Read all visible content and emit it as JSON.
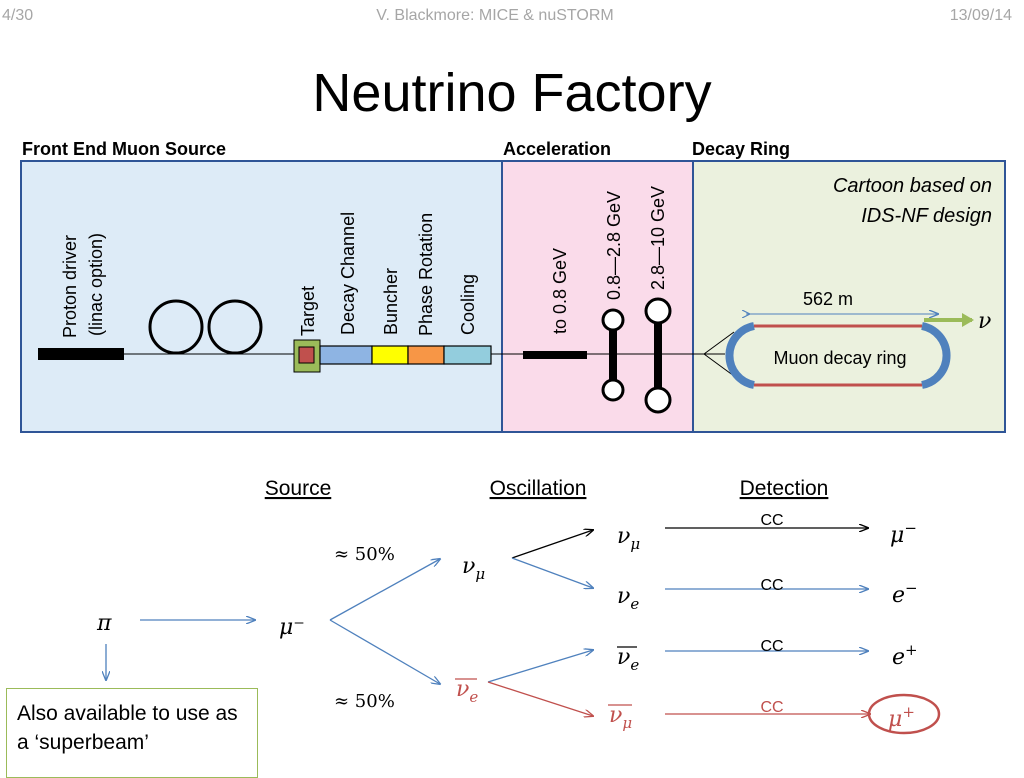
{
  "header": {
    "slide_number": "4/30",
    "author": "V. Blackmore: MICE & nuSTORM",
    "date": "13/09/14"
  },
  "title": "Neutrino Factory",
  "sections": {
    "front_end": "Front End Muon Source",
    "acceleration": "Acceleration",
    "decay_ring": "Decay Ring"
  },
  "cartoon_note": [
    "Cartoon based on",
    "IDS-NF design"
  ],
  "front_end_labels": {
    "proton_driver": [
      "Proton driver",
      "(linac option)"
    ],
    "target": "Target",
    "decay_channel": "Decay Channel",
    "buncher": "Buncher",
    "phase_rotation": "Phase Rotation",
    "cooling": "Cooling"
  },
  "acceleration_labels": {
    "stage1": "to 0.8 GeV",
    "stage2": "0.8—2.8 GeV",
    "stage3": "2.8—10 GeV"
  },
  "decay_ring_labels": {
    "length": "562 m",
    "ring": "Muon decay ring",
    "nu": "ν"
  },
  "colors": {
    "front_end_bg": "#ddebf7",
    "accel_bg": "#fadbea",
    "ring_bg": "#ebf1de",
    "frame": "#2f5597",
    "decay_channel": "#8eb4e3",
    "buncher": "#ffff00",
    "phase_rotation": "#f79646",
    "cooling": "#93cddd",
    "target_outer": "#9bbb59",
    "target_inner": "#c0504d",
    "ring_arc": "#4f81bd",
    "ring_line": "#c0504d",
    "arrow_blue": "#4f81bd",
    "arrow_red": "#c0504d",
    "nu_arrow": "#9bbb59"
  },
  "headings": {
    "source": "Source",
    "oscillation": "Oscillation",
    "detection": "Detection"
  },
  "flow": {
    "pi": "π",
    "mu_minus": "μ⁻",
    "fraction_upper": "≈ 50%",
    "fraction_lower": "≈ 50%",
    "nu_mu": "ν",
    "nu_mu_sub": "μ",
    "nubar_e": "ν",
    "nubar_e_sub": "e",
    "osc_nu_mu": "ν",
    "osc_nu_mu_sub": "μ",
    "osc_nu_e": "ν",
    "osc_nu_e_sub": "e",
    "osc_nubar_e": "ν",
    "osc_nubar_e_sub": "e",
    "osc_nubar_mu": "ν",
    "osc_nubar_mu_sub": "μ",
    "cc": "CC",
    "det_mu_minus": "μ",
    "det_mu_minus_sup": "−",
    "det_e_minus": "e",
    "det_e_minus_sup": "−",
    "det_e_plus": "e",
    "det_e_plus_sup": "+",
    "det_mu_plus": "μ",
    "det_mu_plus_sup": "+"
  },
  "superbeam_note": "Also available to use as a ‘superbeam’"
}
